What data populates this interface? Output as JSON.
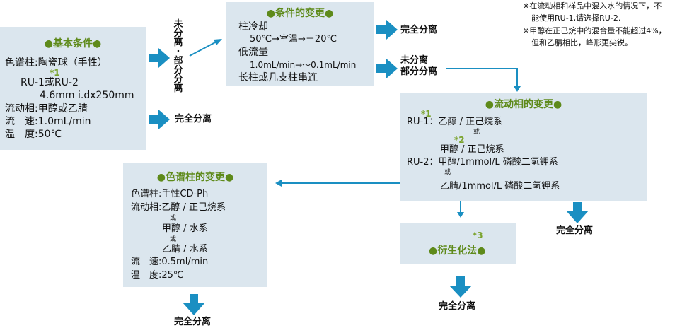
{
  "basic": {
    "title": "●基本条件●",
    "col": "色谱柱:陶瓷球（手性）",
    "star1": "*1",
    "ru": "RU-1或RU-2",
    "dim": "4.6mm i.dx250mm",
    "mobile": "流动相:甲醇或乙腈",
    "flow": "流　速:1.0mL/min",
    "temp": "温　度:50℃"
  },
  "vertical_label": [
    "未",
    "分",
    "离",
    "·",
    "部",
    "分",
    "分",
    "离"
  ],
  "cond": {
    "title": "●条件的变更●",
    "l1": "柱冷却",
    "l2": "50℃→室温→－20℃",
    "l3": "低流量",
    "l4": "1.0mL/min→～0.1mL/min",
    "l5": "长柱或几支柱串连"
  },
  "result": {
    "complete": "完全分离",
    "unsep1": "未分离",
    "unsep2": "部分分离"
  },
  "notes": {
    "n1a": "※在流动相和样品中混入水的情况下，不",
    "n1b": "能使用RU-1,请选择RU-2.",
    "n2a": "※甲醇在正己烷中的混合量不能超过4%，",
    "n2b": "但和乙腈相比，峰形更尖锐。"
  },
  "mobile": {
    "title": "●流动相的变更●",
    "star1": "*1",
    "r1": "RU-1：乙醇 / 正己烷系",
    "or1": "或",
    "star2": "*2",
    "r2": "甲醇 / 正己烷系",
    "r3": "RU-2：甲醇/1mmol/L 磷酸二氢钾系",
    "or2": "或",
    "r4": "乙腈/1mmol/L 磷酸二氢钾系"
  },
  "column": {
    "title": "●色谱柱的变更●",
    "c1": "色谱柱:手性CD-Ph",
    "c2": "流动相:乙醇 / 正己烷系",
    "or1": "或",
    "c3": "甲醇 / 水系",
    "or2": "或",
    "c4": "乙腈 / 水系",
    "c5": "流　速:0.5ml/min",
    "c6": "温　度:25℃"
  },
  "deriv": {
    "star3": "*3",
    "title": "●衍生化法●"
  },
  "colors": {
    "box": "#dbe6ee",
    "arrow": "#1a8fc2",
    "title": "#5e8a1a"
  }
}
